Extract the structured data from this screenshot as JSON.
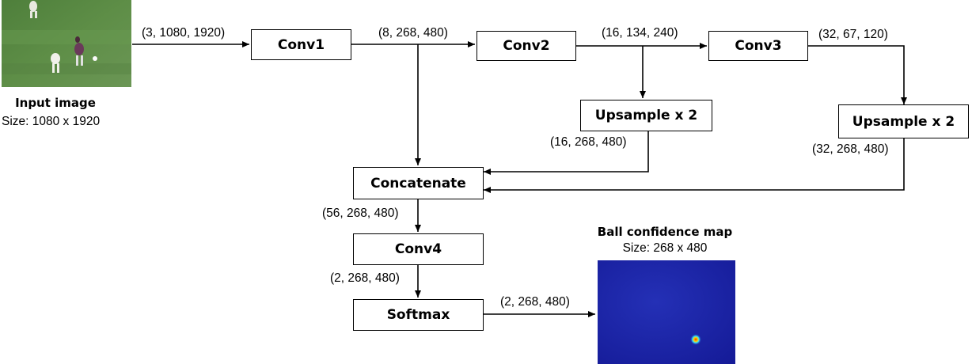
{
  "input": {
    "title": "Input image",
    "size": "Size: 1080 x 1920"
  },
  "nodes": {
    "conv1": "Conv1",
    "conv2": "Conv2",
    "conv3": "Conv3",
    "upsample_a": "Upsample x 2",
    "upsample_b": "Upsample x 2",
    "concatenate": "Concatenate",
    "conv4": "Conv4",
    "softmax": "Softmax"
  },
  "shapes": {
    "input_to_conv1": "(3, 1080, 1920)",
    "conv1_out": "(8, 268, 480)",
    "conv2_out": "(16, 134, 240)",
    "conv3_out": "(32, 67, 120)",
    "upsample_a_out": "(16, 268, 480)",
    "upsample_b_out": "(32, 268, 480)",
    "concat_out": "(56, 268, 480)",
    "conv4_out": "(2, 268, 480)",
    "softmax_out": "(2, 268, 480)"
  },
  "output": {
    "title": "Ball confidence map",
    "size": "Size: 268 x 480"
  },
  "colors": {
    "field_green": "#5b8a45",
    "heatmap_blue": "#1a20a8"
  }
}
